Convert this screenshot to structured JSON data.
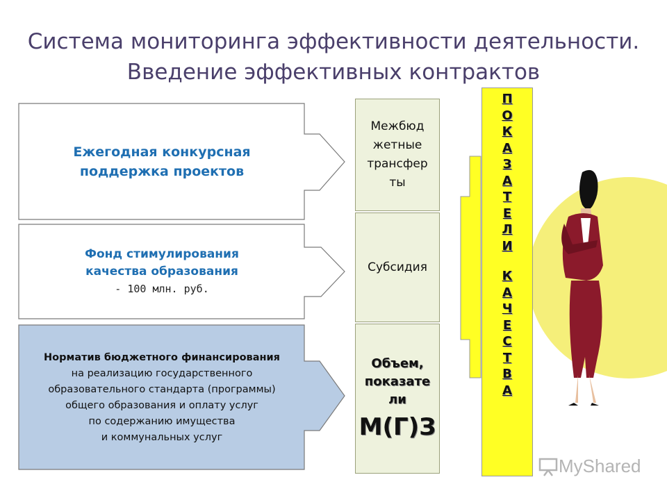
{
  "title": {
    "line1": "Система мониторинга эффективности деятельности.",
    "line2": "Введение эффективных контрактов"
  },
  "arrows": [
    {
      "lines": [
        "Ежегодная конкурсная",
        "поддержка проектов"
      ]
    },
    {
      "lines": [
        "Фонд стимулирования",
        "качества образования"
      ],
      "sub": "- 100 млн. руб."
    },
    {
      "bold": "Норматив бюджетного финансирования",
      "lines": [
        "на реализацию государственного",
        "образовательного стандарта (программы)",
        "общего образования и оплату услуг",
        "по содержанию имущества",
        "и коммунальных услуг"
      ]
    }
  ],
  "middle": [
    {
      "lines": [
        "Межбюд",
        "жетные",
        "трансфер",
        "ты"
      ]
    },
    {
      "lines": [
        "Субсидия"
      ]
    },
    {
      "lines": [
        "Объем,",
        "показате",
        "ли"
      ],
      "big": "М(Г)З"
    }
  ],
  "vertical": {
    "word1": [
      "П",
      "О",
      "К",
      "А",
      "З",
      "А",
      "Т",
      "Е",
      "Л",
      "И"
    ],
    "word2": [
      "К",
      "А",
      "Ч",
      "Е",
      "С",
      "Т",
      "В",
      "А"
    ]
  },
  "colors": {
    "title": "#4a3f6b",
    "blue_text": "#1f6fb2",
    "light_blue_fill": "#b8cce4",
    "middle_fill": "#eef2dd",
    "big_arrow": "#ffff24",
    "yellow_bar": "#ffff24",
    "circle": "#f5ef7a",
    "suit": "#8b1a2b"
  },
  "watermark": {
    "text": "MyShared",
    "icon": "presentation-board-icon"
  }
}
